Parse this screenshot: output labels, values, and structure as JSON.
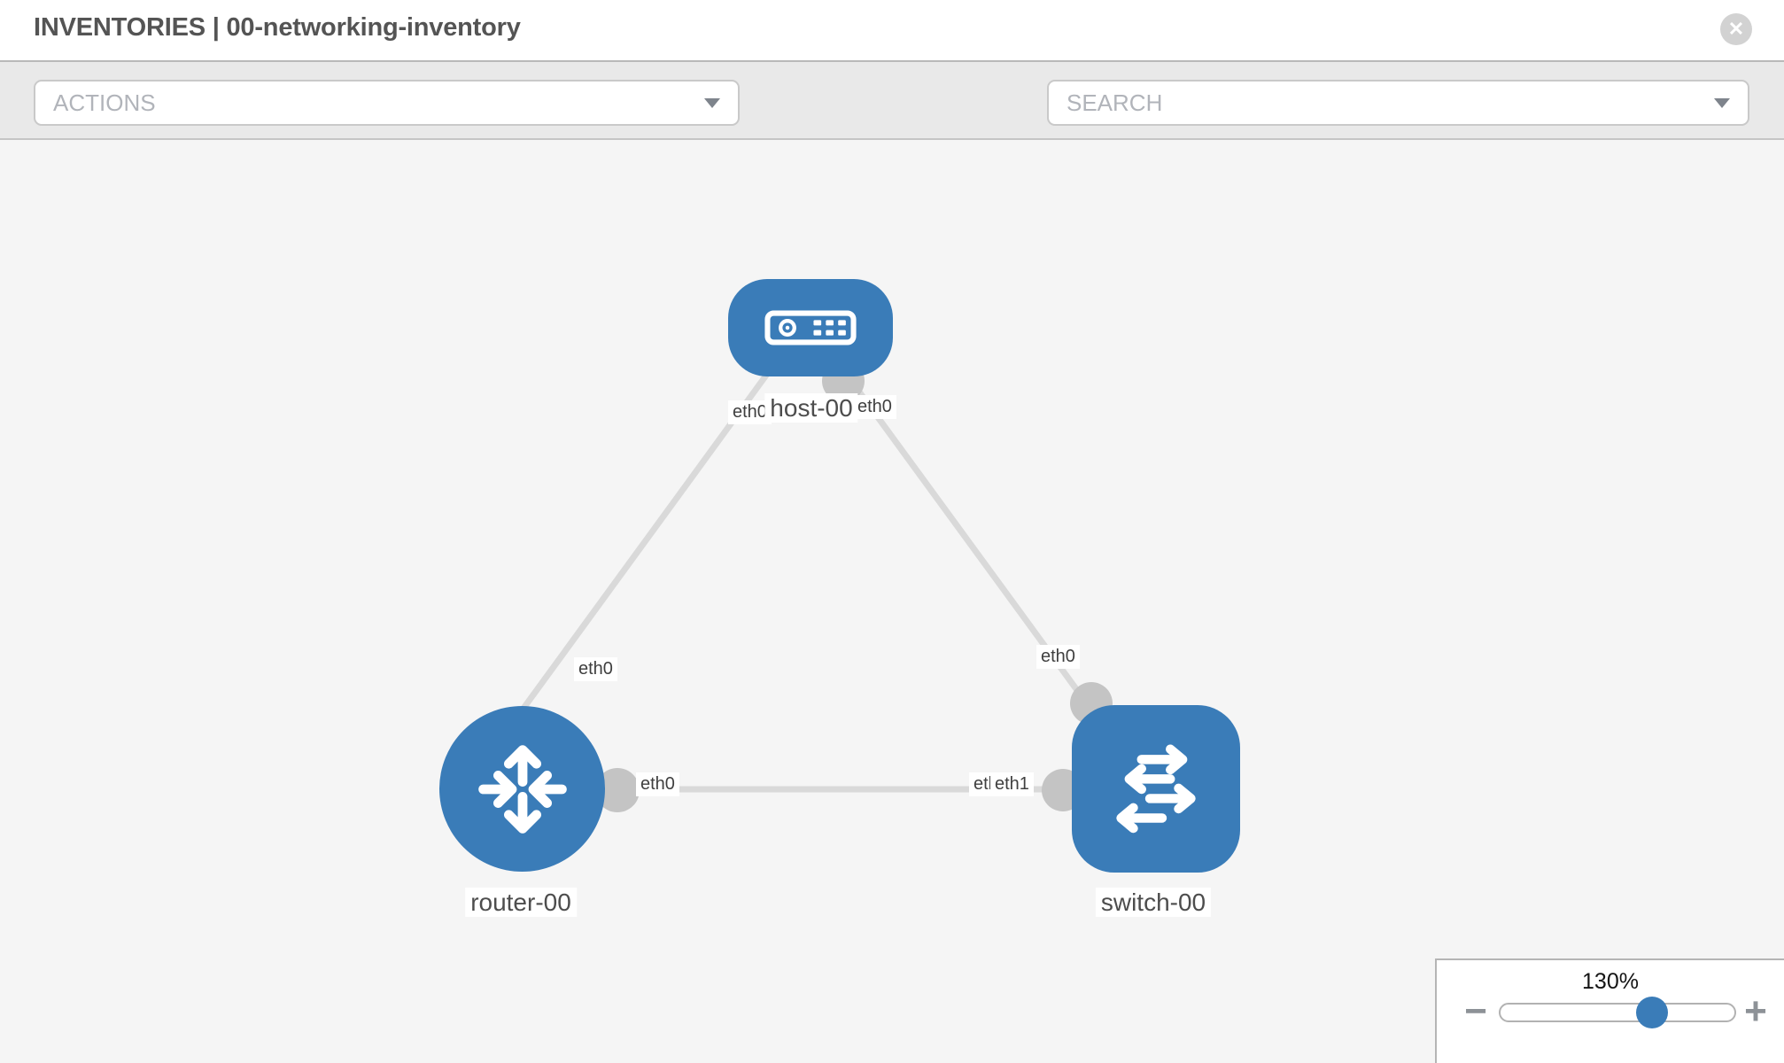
{
  "window": {
    "title": "INVENTORIES | 00-networking-inventory",
    "close_icon": "✕"
  },
  "toolbar": {
    "actions_dropdown": {
      "label": "ACTIONS"
    },
    "search_dropdown": {
      "placeholder": "SEARCH"
    },
    "icons": [
      "wrench-icon",
      "key-icon"
    ]
  },
  "topology": {
    "nodes": [
      {
        "id": "host-00",
        "type": "host",
        "label": "host-00",
        "icon": "server-icon"
      },
      {
        "id": "router-00",
        "type": "router",
        "label": "router-00",
        "icon": "router-arrows-icon"
      },
      {
        "id": "switch-00",
        "type": "switch",
        "label": "switch-00",
        "icon": "switch-arrows-icon"
      }
    ],
    "links": [
      {
        "from": "host-00",
        "from_if": "eth0",
        "to": "router-00",
        "to_if": "eth0"
      },
      {
        "from": "host-00",
        "from_if": "eth0",
        "to": "switch-00",
        "to_if": "eth0"
      },
      {
        "from": "router-00",
        "from_if": "eth0",
        "to": "switch-00",
        "to_if": "eth1",
        "to_if_occluded": "eth0"
      }
    ]
  },
  "zoom_control": {
    "level": "130%",
    "minus_icon": "−",
    "plus_icon": "+"
  },
  "colors": {
    "node_blue": "#3a7cb8",
    "link_gray": "#d9d9d9",
    "port_gray": "#c4c4c4",
    "canvas_bg": "#f5f5f5",
    "toolbar_bg": "#e9e9e9"
  }
}
